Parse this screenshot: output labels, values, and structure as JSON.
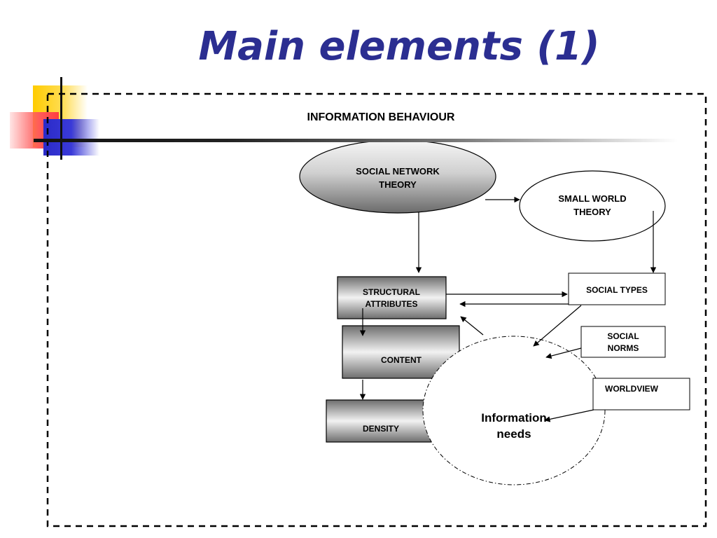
{
  "slide": {
    "title": "Main elements (1)"
  },
  "diagram": {
    "frame_label": "INFORMATION BEHAVIOUR",
    "nodes": {
      "social_network_theory": [
        "SOCIAL NETWORK",
        "THEORY"
      ],
      "small_world_theory": [
        "SMALL WORLD",
        "THEORY"
      ],
      "structural_attributes": [
        "STRUCTURAL",
        "ATTRIBUTES"
      ],
      "content": "CONTENT",
      "density": "DENSITY",
      "social_types": "SOCIAL TYPES",
      "social_norms": [
        "SOCIAL",
        "NORMS"
      ],
      "worldview": "WORLDVIEW",
      "information_needs": [
        "Information",
        "needs"
      ]
    },
    "colors": {
      "title": "#2b2e91",
      "gradient_dark": "#6e6e6e",
      "gradient_light": "#f4f4f4"
    }
  }
}
